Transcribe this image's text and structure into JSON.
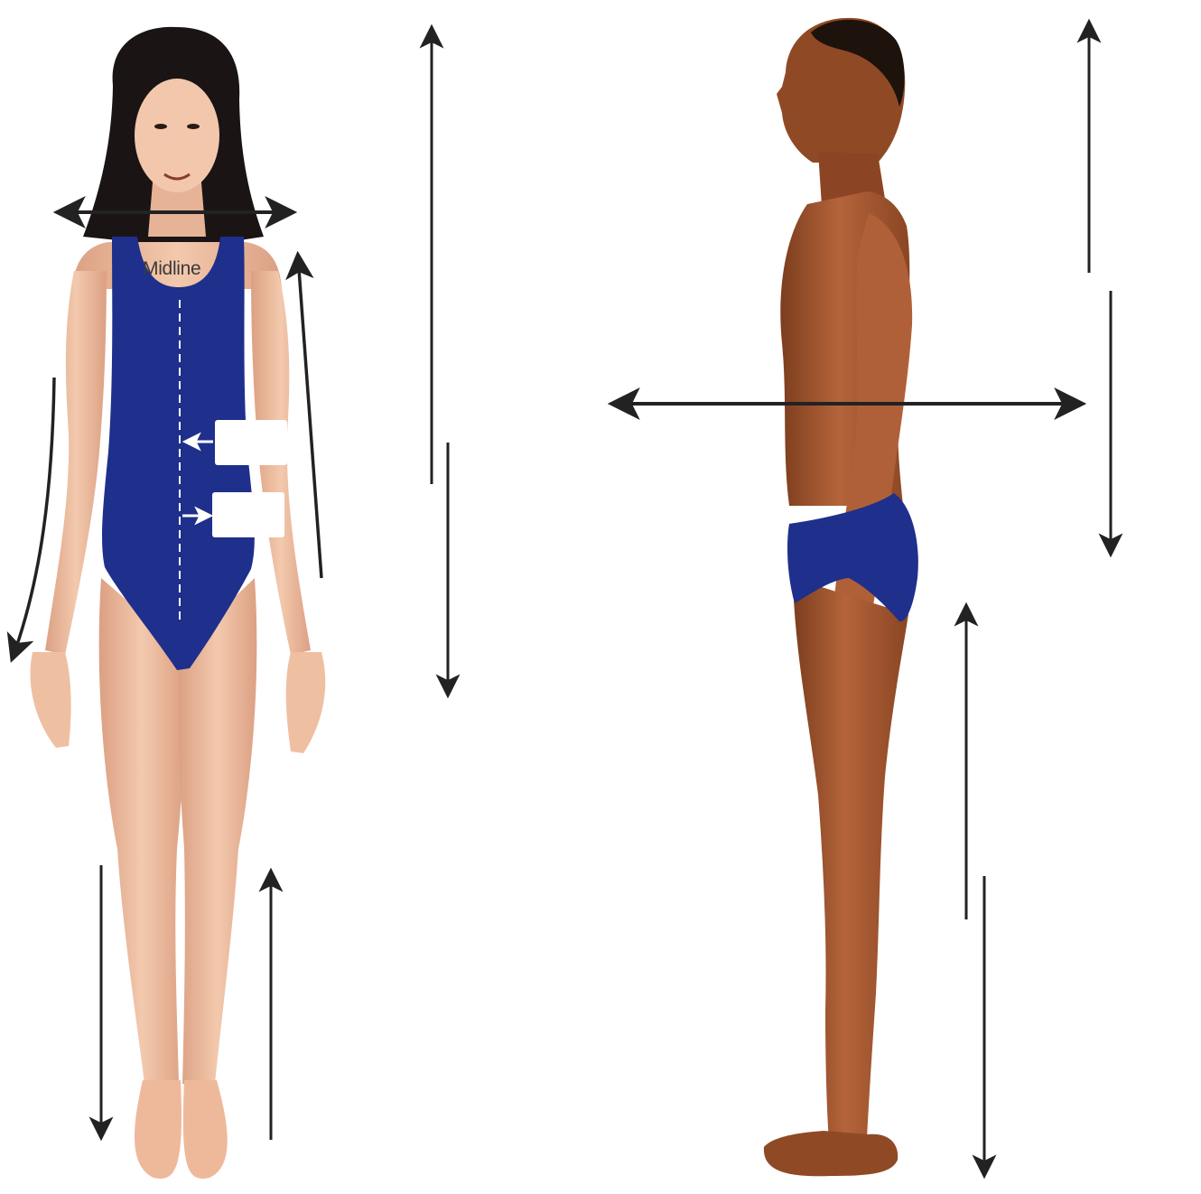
{
  "labels": {
    "midline": "Midline"
  },
  "colors": {
    "swimsuit": "#1f2f8c",
    "swimsuit_dark": "#17246e",
    "skin_light": "#f0c3a6",
    "skin_light_shade": "#dca083",
    "skin_dark": "#a8582f",
    "skin_dark_shade": "#7c3d1e",
    "hair": "#1a1414",
    "arrow": "#222222",
    "blank_box": "#ffffff"
  },
  "figures": {
    "front": "female-anterior-view",
    "side": "male-lateral-view"
  },
  "blank_label_boxes": 2
}
